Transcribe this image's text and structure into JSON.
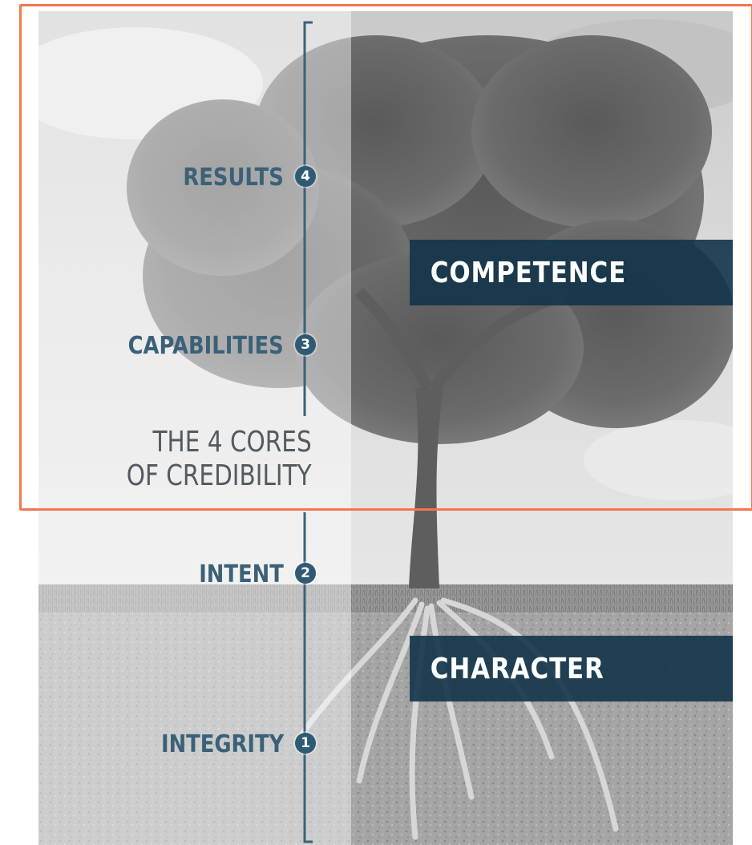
{
  "diagram": {
    "title_lines": [
      "THE 4 CORES",
      "OF CREDIBILITY"
    ],
    "cores": [
      {
        "number": "4",
        "label": "RESULTS"
      },
      {
        "number": "3",
        "label": "CAPABILITIES"
      },
      {
        "number": "2",
        "label": "INTENT"
      },
      {
        "number": "1",
        "label": "INTEGRITY"
      }
    ],
    "groups": {
      "upper": "COMPETENCE",
      "lower": "CHARACTER"
    }
  },
  "colors": {
    "label_text": "#3b6178",
    "badge": "#2f5a73",
    "band": "#12344a",
    "highlight_border": "#f2764e"
  }
}
